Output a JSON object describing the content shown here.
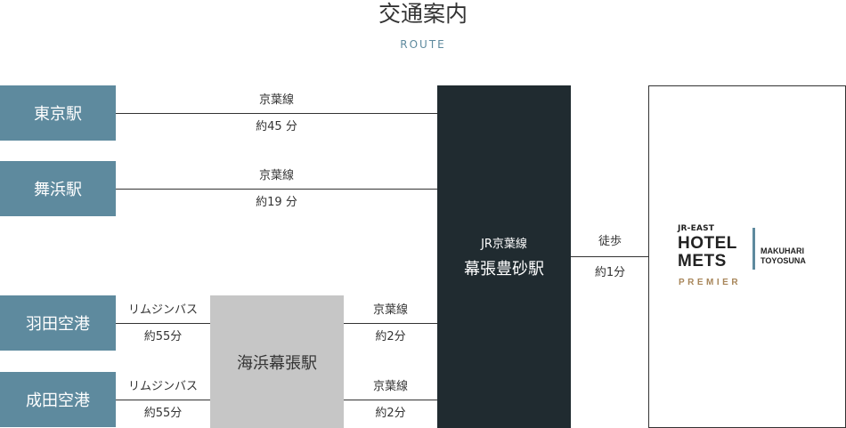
{
  "header": {
    "title": "交通案内",
    "subtitle": "ROUTE"
  },
  "stations": {
    "tokyo": "東京駅",
    "maihama": "舞浜駅",
    "haneda": "羽田空港",
    "narita": "成田空港",
    "kaihin": "海浜幕張駅"
  },
  "destination": {
    "line": "JR京葉線",
    "name": "幕張豊砂駅"
  },
  "routes": {
    "tokyo": {
      "line": "京葉線",
      "time": "約45 分"
    },
    "maihama": {
      "line": "京葉線",
      "time": "約19 分"
    },
    "haneda_bus": {
      "line": "リムジンバス",
      "time": "約55分"
    },
    "haneda_train": {
      "line": "京葉線",
      "time": "約2分"
    },
    "narita_bus": {
      "line": "リムジンバス",
      "time": "約55分"
    },
    "narita_train": {
      "line": "京葉線",
      "time": "約2分"
    },
    "walk": {
      "line": "徒歩",
      "time": "約1分"
    }
  },
  "hotel_logo": {
    "brand": "JR-EAST",
    "line1": "HOTEL",
    "line2": "METS",
    "sub1": "MAKUHARI",
    "sub2": "TOYOSUNA",
    "tagline": "PREMIER"
  },
  "colors": {
    "station_blue": "#5e8a9e",
    "hub_gray": "#c6c6c6",
    "dark_station": "#202b30",
    "premier_gold": "#a8865a"
  }
}
